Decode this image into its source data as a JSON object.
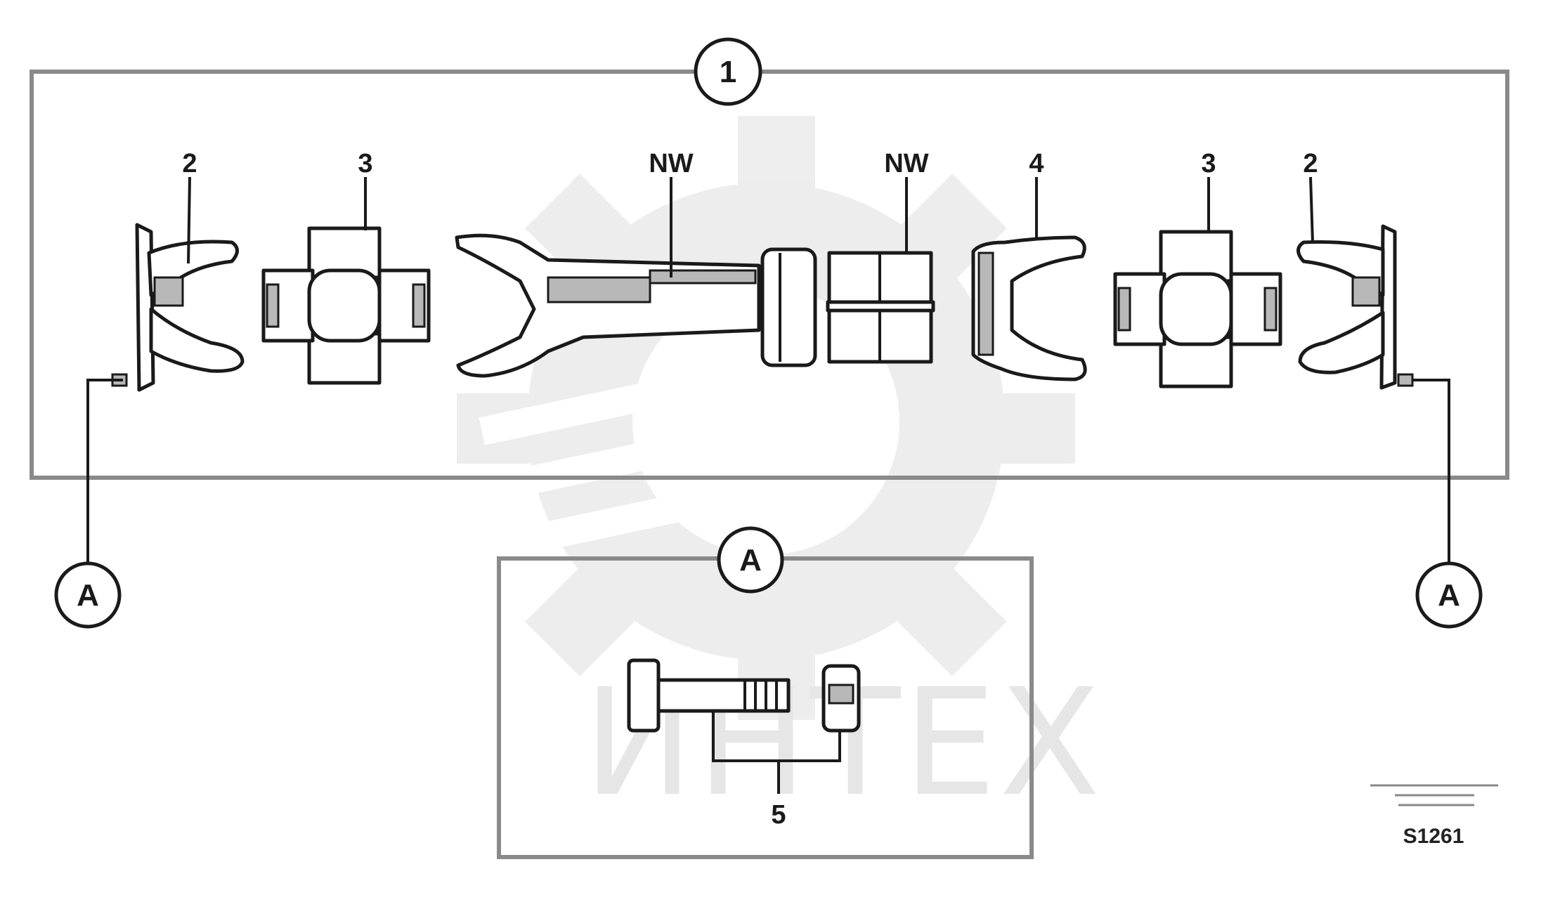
{
  "callouts": {
    "assembly": "1",
    "detail_left": "A",
    "detail_right": "A",
    "detail_box": "A"
  },
  "labels": {
    "yoke_left": "2",
    "cross_left": "3",
    "nw_left": "NW",
    "nw_right": "NW",
    "yoke_center": "4",
    "cross_right": "3",
    "yoke_right": "2",
    "bolt_kit": "5"
  },
  "watermark": "ИНТЕХ",
  "figure_code": "S1261",
  "icons": {
    "watermark_logo": "gear-logo-icon"
  }
}
